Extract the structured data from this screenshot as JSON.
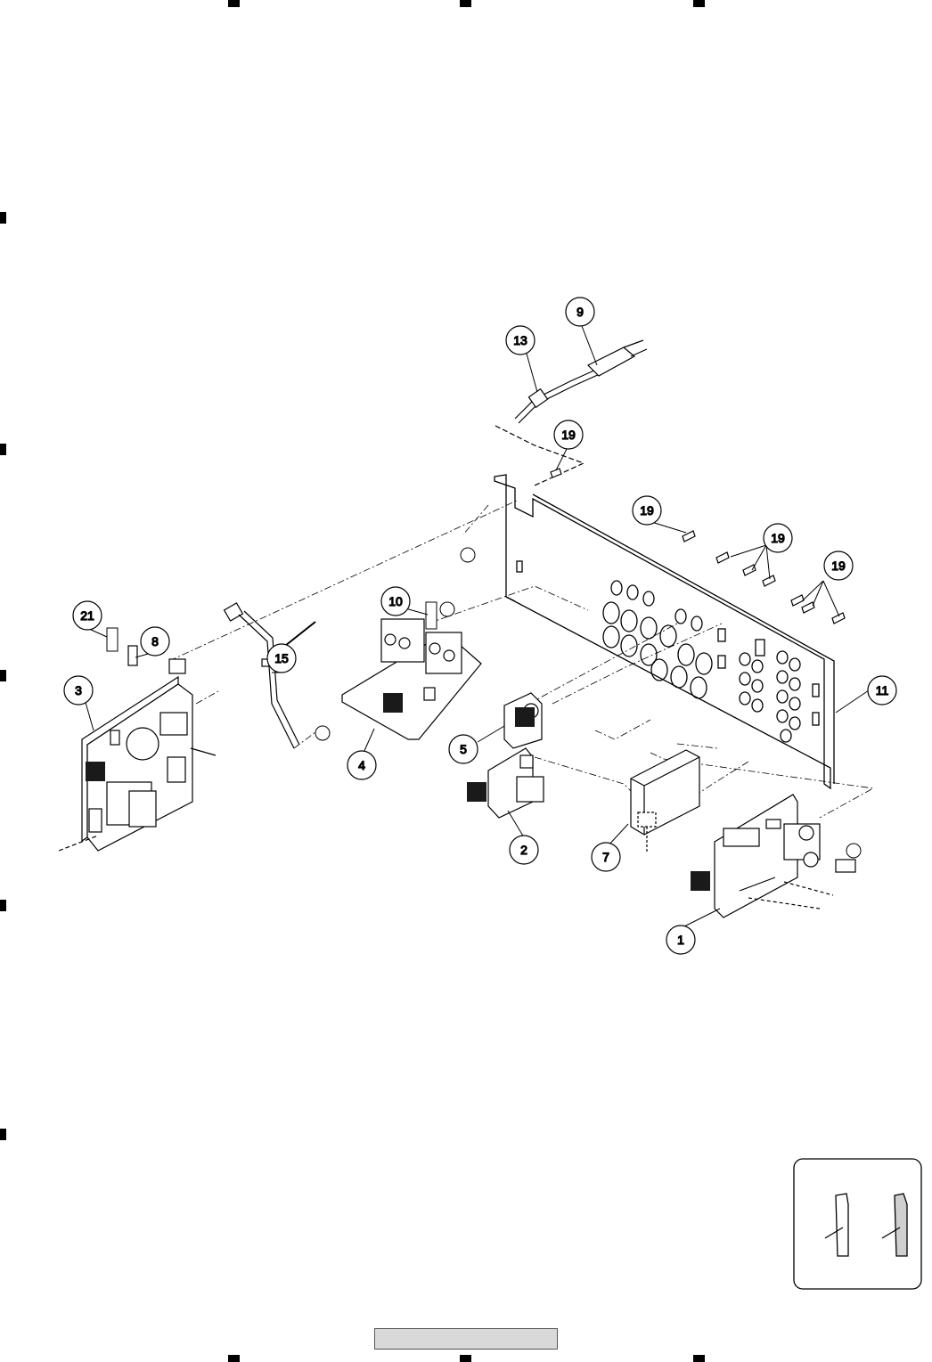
{
  "callouts": [
    {
      "id": "9",
      "label": "9"
    },
    {
      "id": "13",
      "label": "13"
    },
    {
      "id": "19a",
      "label": "19"
    },
    {
      "id": "19b",
      "label": "19"
    },
    {
      "id": "19c",
      "label": "19"
    },
    {
      "id": "19d",
      "label": "19"
    },
    {
      "id": "10",
      "label": "10"
    },
    {
      "id": "21",
      "label": "21"
    },
    {
      "id": "8",
      "label": "8"
    },
    {
      "id": "15",
      "label": "15"
    },
    {
      "id": "3",
      "label": "3"
    },
    {
      "id": "4",
      "label": "4"
    },
    {
      "id": "5",
      "label": "5"
    },
    {
      "id": "11",
      "label": "11"
    },
    {
      "id": "2",
      "label": "2"
    },
    {
      "id": "7",
      "label": "7"
    },
    {
      "id": "1",
      "label": "1"
    }
  ],
  "colors": {
    "line": "#000000",
    "marker": "#1a1a1a",
    "footer": "#d9d9d9"
  }
}
